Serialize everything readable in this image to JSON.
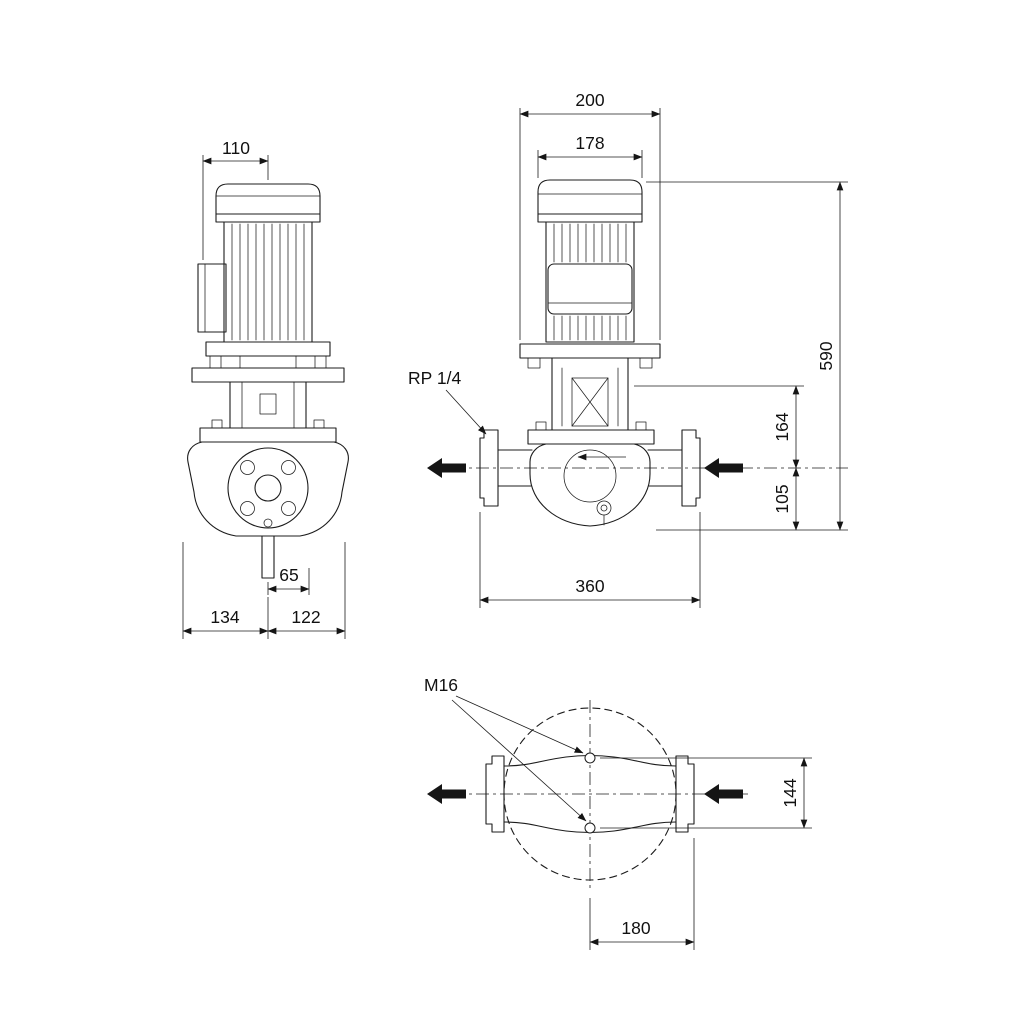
{
  "colors": {
    "ink": "#1c1c1c"
  },
  "views": {
    "side": {
      "dim_110": "110",
      "dim_65": "65",
      "dim_134": "134",
      "dim_122": "122"
    },
    "front": {
      "dim_200": "200",
      "dim_178": "178",
      "dim_590": "590",
      "dim_164": "164",
      "dim_105": "105",
      "dim_360": "360",
      "gauge_port_label": "RP 1/4"
    },
    "top": {
      "thread_label": "M16",
      "dim_144": "144",
      "dim_180": "180"
    }
  }
}
